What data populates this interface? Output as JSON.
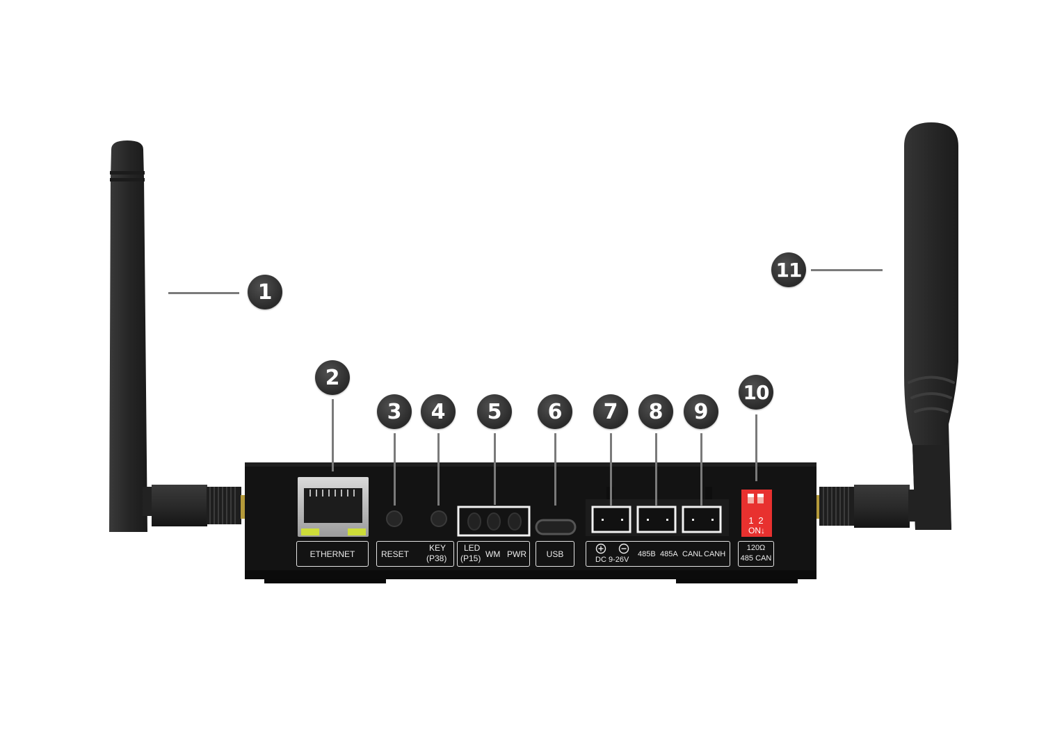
{
  "port_labels": {
    "ethernet": "ETHERNET",
    "reset": "RESET",
    "key": "KEY",
    "key_pin": "(P38)",
    "led": "LED",
    "led_pin": "(P15)",
    "wm": "WM",
    "pwr": "PWR",
    "usb": "USB",
    "dc_plus_icon": "plus-circle-icon",
    "dc_minus_icon": "minus-circle-icon",
    "dc": "DC 9-26V",
    "rs485b": "485B",
    "rs485a": "485A",
    "canl": "CANL",
    "canh": "CANH",
    "terminator": "120Ω",
    "terminator_bus": "485 CAN"
  },
  "dip_switch": {
    "pos1": "1",
    "pos2": "2",
    "on": "ON↓"
  },
  "callouts": [
    "1",
    "2",
    "3",
    "4",
    "5",
    "6",
    "7",
    "8",
    "9",
    "10",
    "11"
  ],
  "colors": {
    "callout_fill": "#333333",
    "device_body": "#141414",
    "dip_switch": "#e8312f",
    "label_outline": "#e6e6e6",
    "leader_line": "#7a7a7a"
  }
}
